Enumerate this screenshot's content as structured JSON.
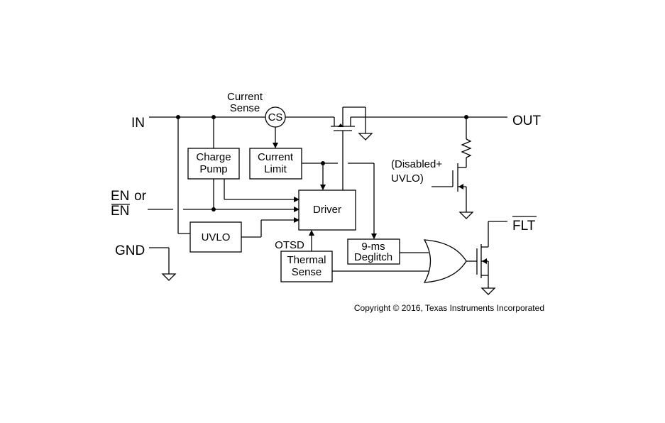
{
  "pins": {
    "in": "IN",
    "out": "OUT",
    "en_a": "EN",
    "en_or": "or",
    "en_b": "EN",
    "gnd": "GND",
    "flt": "FLT"
  },
  "current_sense": {
    "line1": "Current",
    "line2": "Sense",
    "symbol": "CS"
  },
  "blocks": {
    "charge_pump": {
      "line1": "Charge",
      "line2": "Pump"
    },
    "current_limit": {
      "line1": "Current",
      "line2": "Limit"
    },
    "driver": "Driver",
    "uvlo": "UVLO",
    "thermal_sense": {
      "line1": "Thermal",
      "line2": "Sense"
    },
    "deglitch": {
      "line1": "9-ms",
      "line2": "Deglitch"
    }
  },
  "signals": {
    "otsd": "OTSD"
  },
  "pulldown_note": {
    "line1": "(Disabled+",
    "line2": "UVLO)"
  },
  "copyright": "Copyright © 2016, Texas Instruments Incorporated"
}
